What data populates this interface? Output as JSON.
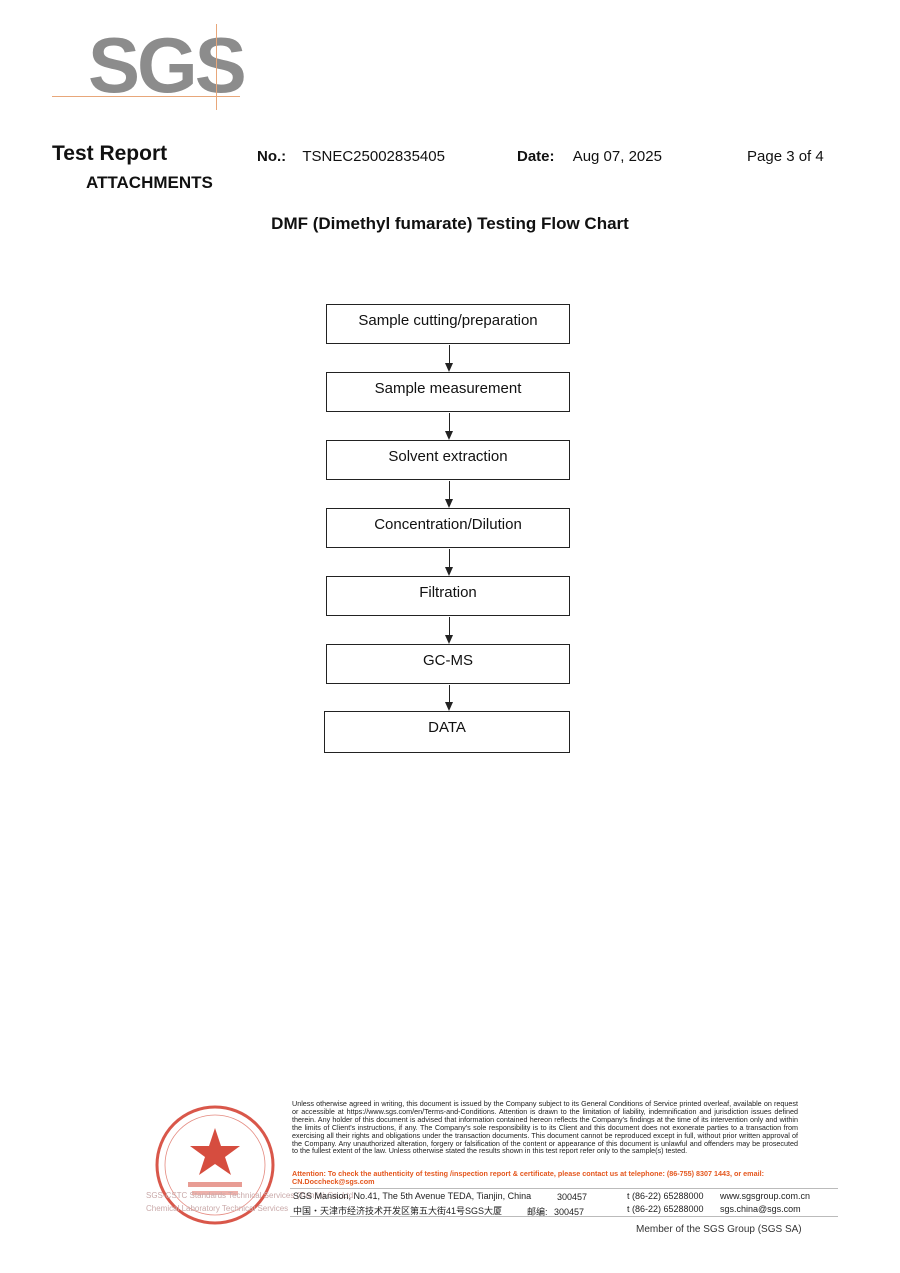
{
  "logo": {
    "text": "SGS",
    "color": "#8c8c8c",
    "accent": "#e8a77a"
  },
  "header": {
    "title": "Test Report",
    "subtitle": "ATTACHMENTS",
    "no_label": "No.:",
    "no_value": "TSNEC25002835405",
    "date_label": "Date:",
    "date_value": "Aug 07, 2025",
    "page": "Page 3 of 4"
  },
  "flow_chart": {
    "title": "DMF (Dimethyl fumarate) Testing Flow Chart",
    "steps": [
      "Sample cutting/preparation",
      "Sample measurement",
      "Solvent extraction",
      "Concentration/Dilution",
      "Filtration",
      "GC-MS",
      "DATA"
    ]
  },
  "footer": {
    "disclaimer": "Unless otherwise agreed in writing, this document is issued by the Company subject to its General Conditions of Service printed overleaf, available on request or accessible at https://www.sgs.com/en/Terms-and-Conditions. Attention is drawn to the limitation of liability, indemnification and jurisdiction issues defined therein. Any holder of this document is advised that information contained hereon reflects the Company's findings at the time of its intervention only and within the limits of Client's instructions, if any. The Company's sole responsibility is to its Client and this document does not exonerate parties to a transaction from exercising all their rights and obligations under the transaction documents. This document cannot be reproduced except in full, without prior written approval of the Company. Any unauthorized alteration, forgery or falsification of the content or appearance of this document is unlawful and offenders may be prosecuted to the fullest extent of the law. Unless otherwise stated the results shown in this test report refer only to the sample(s) tested.",
    "attention": "Attention: To check the authenticity of testing /inspection report & certificate, please contact us at telephone: (86-755) 8307 1443, or email: CN.Doccheck@sgs.com",
    "address_en": "SGS Mansion, No.41, The 5th Avenue TEDA, Tianjin, China",
    "postcode_en": "300457",
    "phone_en": "t (86-22) 65288000",
    "web_en": "www.sgsgroup.com.cn",
    "address_cn": "中国・天津市经济技术开发区第五大街41号SGS大厦",
    "postcode_cn_label": "邮编:",
    "postcode_cn": "300457",
    "phone_cn": "t (86-22) 65288000",
    "email_cn": "sgs.china@sgs.com",
    "member": "Member of the SGS Group (SGS SA)",
    "stamp_left_1": "SGS-CSTC Standards Technical Services (Tianjin) Co.,Ltd.",
    "stamp_left_2": "Chemical Laboratory Technical Services",
    "stamp_color": "#d23a2a"
  }
}
